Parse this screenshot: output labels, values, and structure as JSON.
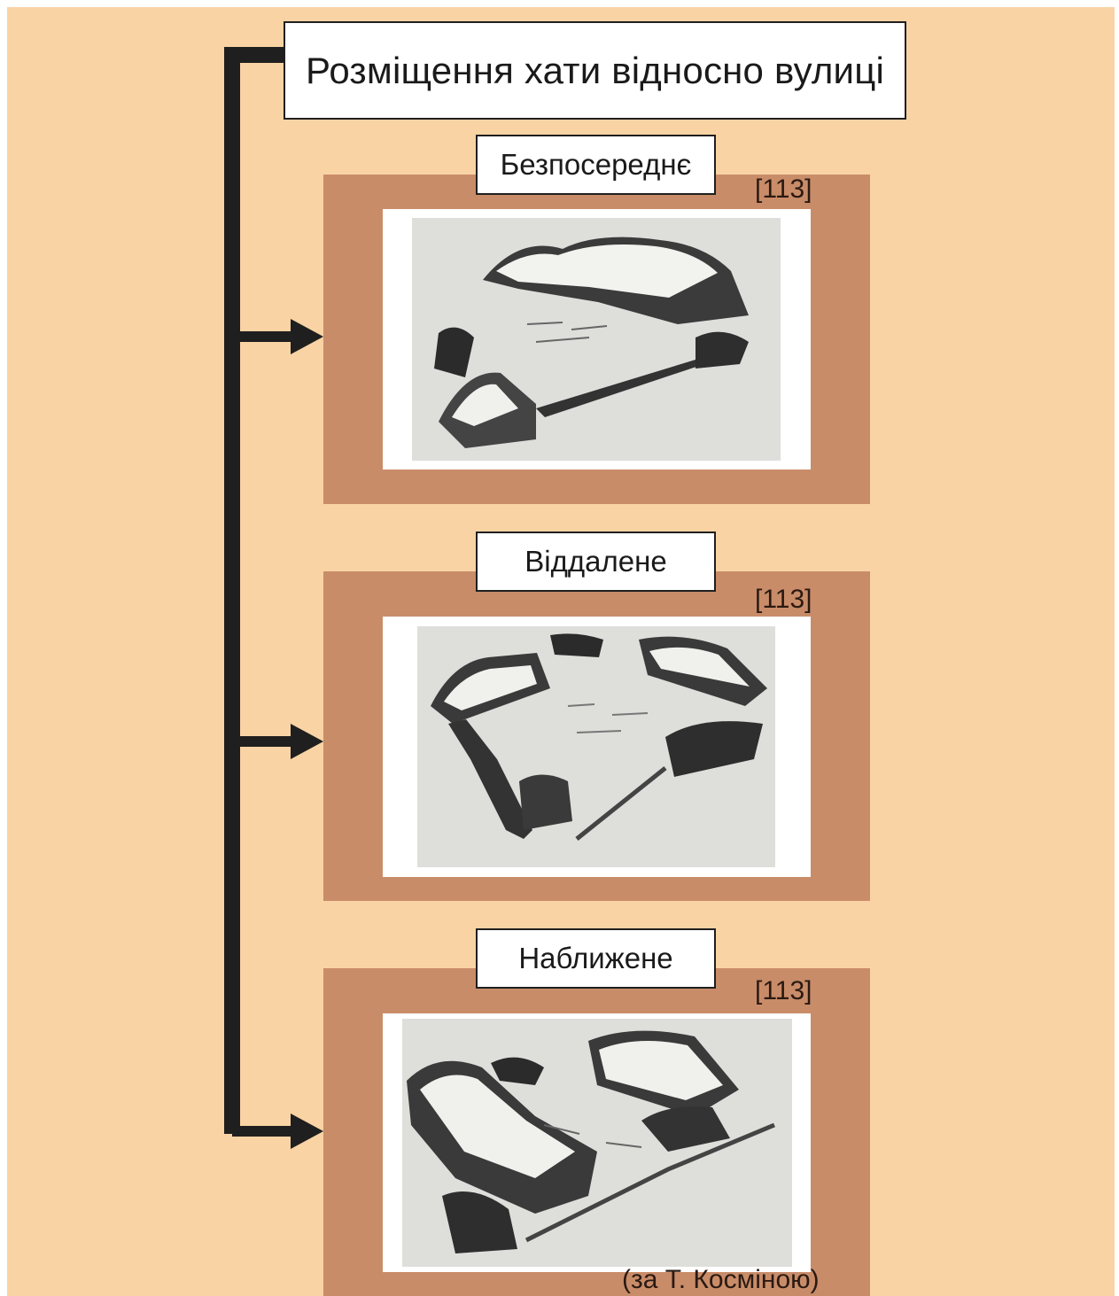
{
  "diagram": {
    "title": "Розміщення хати відносно вулиці",
    "connector_color": "#1f1f1f",
    "background_color": "#f9d3a4",
    "panel_color": "#c98c69",
    "items": [
      {
        "label": "Безпосереднє",
        "ref": "[113]",
        "illustration": "sketch-houses-at-street"
      },
      {
        "label": "Віддалене",
        "ref": "[113]",
        "illustration": "sketch-houses-far-from-street"
      },
      {
        "label": "Наближене",
        "ref": "[113]",
        "illustration": "sketch-houses-near-street"
      }
    ],
    "credit": "(за Т. Косміною)"
  }
}
